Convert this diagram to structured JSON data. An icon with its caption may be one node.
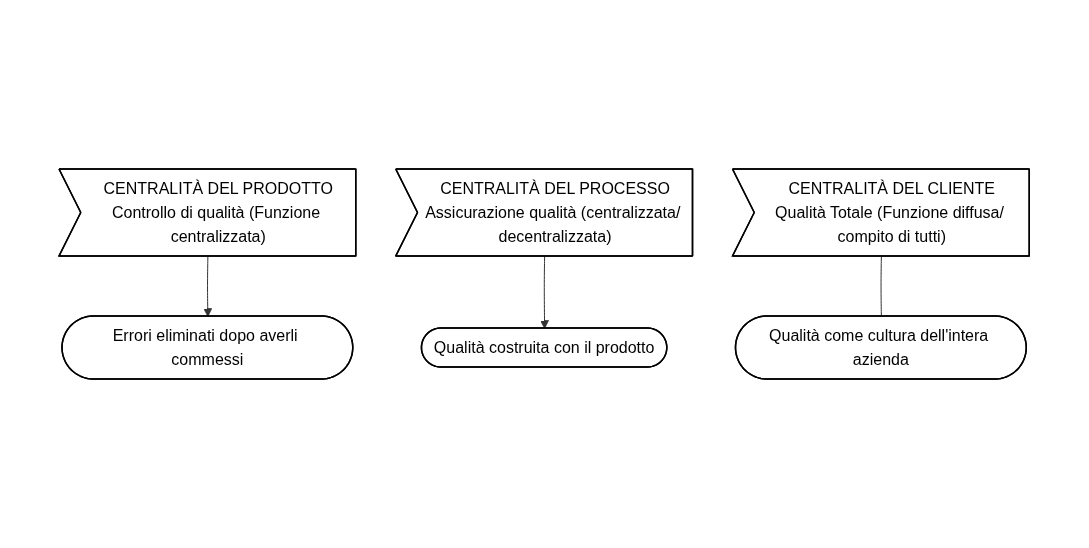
{
  "diagram": {
    "nodes": [
      {
        "text": [
          "CENTRALITÀ DEL PRODOTTO",
          "Controllo di qualità (Funzione centralizzata)"
        ]
      },
      {
        "text": [
          "CENTRALITÀ DEL PROCESSO",
          "Assicurazione qualità (centralizzata/ decentralizzata)"
        ]
      },
      {
        "text": [
          "CENTRALITÀ DEL CLIENTE",
          "Qualità Totale (Funzione diffusa/ compito di tutti)"
        ]
      },
      {
        "text": [
          "Errori eliminati dopo averli commessi"
        ]
      },
      {
        "text": [
          "Qualità costruita con il prodotto"
        ]
      },
      {
        "text": [
          "Qualità come cultura dell'intera azienda"
        ]
      }
    ],
    "edges": [
      {
        "from": 0,
        "to": 3,
        "arrow": "to"
      },
      {
        "from": 1,
        "to": 4,
        "arrow": "to"
      },
      {
        "from": 2,
        "to": 5,
        "arrow": "none"
      }
    ]
  }
}
